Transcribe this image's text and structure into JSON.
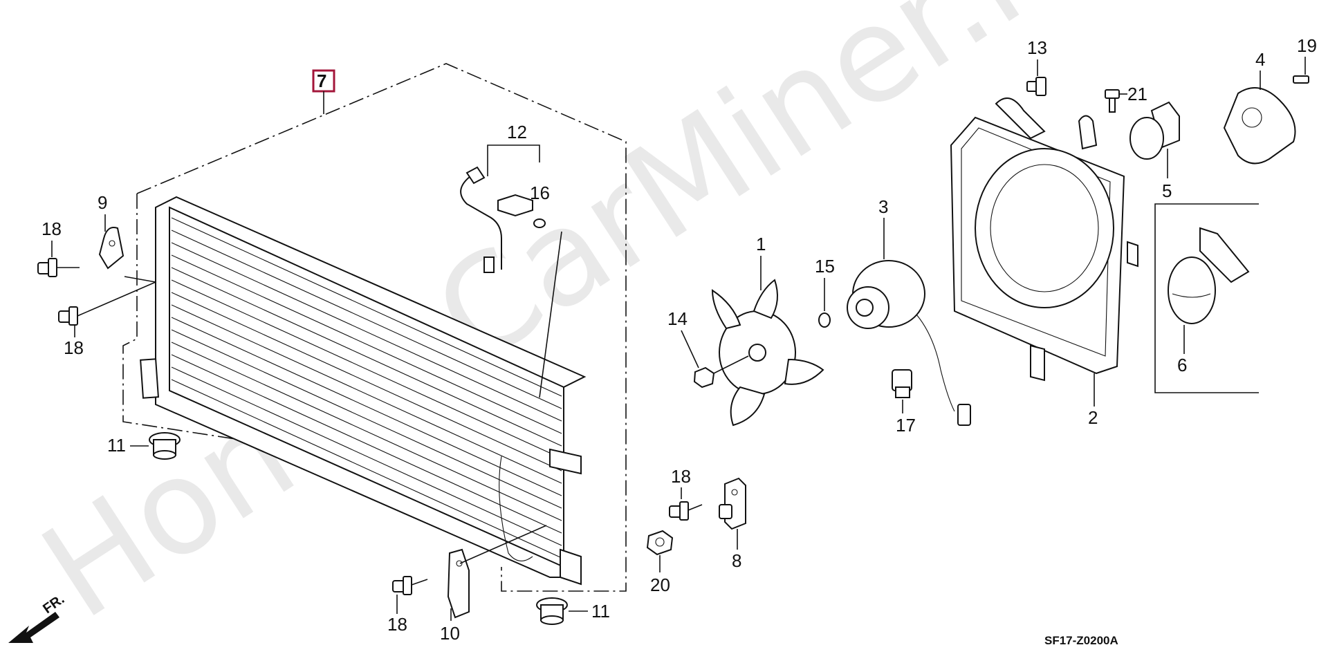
{
  "diagram": {
    "watermark": "Honda CarMiner.ru",
    "front_label": "FR.",
    "drawing_code": "SF17-Z0200A",
    "highlight_color": "#a3163a",
    "callouts": {
      "c1": "1",
      "c2": "2",
      "c3": "3",
      "c4": "4",
      "c5": "5",
      "c6": "6",
      "c7": "7",
      "c8": "8",
      "c9": "9",
      "c10": "10",
      "c11a": "11",
      "c11b": "11",
      "c12": "12",
      "c13": "13",
      "c14": "14",
      "c15": "15",
      "c16": "16",
      "c17": "17",
      "c18a": "18",
      "c18b": "18",
      "c18c": "18",
      "c18d": "18",
      "c19": "19",
      "c20": "20",
      "c21": "21"
    },
    "parts": [
      {
        "name": "fan-blade",
        "ref": "1"
      },
      {
        "name": "fan-shroud",
        "ref": "2"
      },
      {
        "name": "fan-motor",
        "ref": "3"
      },
      {
        "name": "motor-bracket",
        "ref": "4"
      },
      {
        "name": "grommet-clamp",
        "ref": "5"
      },
      {
        "name": "clamp-cover",
        "ref": "6"
      },
      {
        "name": "condenser-assembly",
        "ref": "7"
      },
      {
        "name": "mounting-bracket-lower",
        "ref": "8"
      },
      {
        "name": "mounting-bracket-upper",
        "ref": "9"
      },
      {
        "name": "mounting-bracket-side",
        "ref": "10"
      },
      {
        "name": "rubber-mount",
        "ref": "11"
      },
      {
        "name": "discharge-pipe",
        "ref": "12"
      },
      {
        "name": "bolt-13",
        "ref": "13"
      },
      {
        "name": "nut-14",
        "ref": "14"
      },
      {
        "name": "washer-15",
        "ref": "15"
      },
      {
        "name": "o-ring",
        "ref": "16"
      },
      {
        "name": "connector-clip",
        "ref": "17"
      },
      {
        "name": "flange-bolt",
        "ref": "18"
      },
      {
        "name": "screw-19",
        "ref": "19"
      },
      {
        "name": "flange-nut",
        "ref": "20"
      },
      {
        "name": "bolt-21",
        "ref": "21"
      }
    ]
  }
}
